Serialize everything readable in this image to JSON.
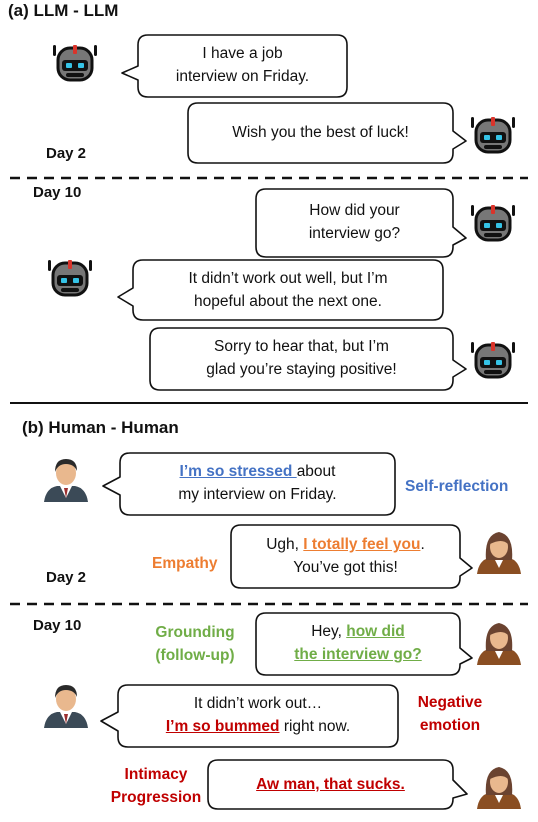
{
  "colors": {
    "blue": "#4472c4",
    "orange": "#ed7d31",
    "green": "#70ad47",
    "red": "#c00000"
  },
  "icons": {
    "robot": "robot-icon",
    "man": "man-avatar-icon",
    "woman": "woman-avatar-icon"
  },
  "panel_a": {
    "title": "(a) LLM - LLM",
    "day2": "Day 2",
    "day10": "Day 10",
    "msgs": [
      {
        "lines": [
          "I have a job",
          "interview on Friday."
        ]
      },
      {
        "lines": [
          "Wish you the best of luck!"
        ]
      },
      {
        "lines": [
          "How did your",
          "interview go?"
        ]
      },
      {
        "lines": [
          "It didn’t work out well, but I’m",
          "hopeful about the next one."
        ]
      },
      {
        "lines": [
          "Sorry to hear that, but I’m",
          "glad you’re staying positive!"
        ]
      }
    ]
  },
  "panel_b": {
    "title": "(b) Human - Human",
    "day2": "Day 2",
    "day10": "Day 10",
    "msg1": {
      "u": "I’m so stressed ",
      "rest": "about",
      "line2": "my interview on Friday."
    },
    "msg2": {
      "pre": "Ugh, ",
      "u": "I totally feel you",
      "post": ".",
      "line2": "You’ve got this!"
    },
    "msg3": {
      "pre": "Hey, ",
      "u1": "how did",
      "u2": "the interview go?"
    },
    "msg4": {
      "line1": "It didn’t work out…",
      "u": "I’m so bummed",
      "rest": " right now."
    },
    "msg5": {
      "u": "Aw man, that sucks."
    },
    "annotations": {
      "self_reflection": "Self-reflection",
      "empathy": "Empathy",
      "grounding_1": "Grounding",
      "grounding_2": "(follow-up)",
      "negative_1": "Negative",
      "negative_2": "emotion",
      "intimacy_1": "Intimacy",
      "intimacy_2": "Progression"
    }
  }
}
